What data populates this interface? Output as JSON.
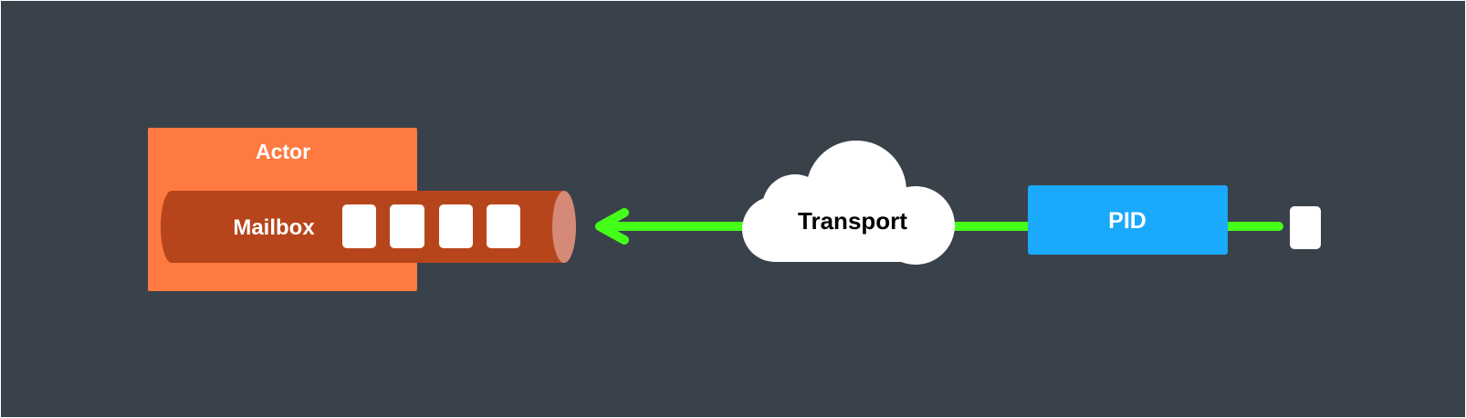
{
  "diagram": {
    "actor": {
      "label": "Actor",
      "color": "#ff7a40"
    },
    "mailbox": {
      "label": "Mailbox",
      "color": "#b7451c",
      "end_color": "#d48a76",
      "message_count": 4
    },
    "transport": {
      "label": "Transport",
      "color": "#ffffff"
    },
    "pid": {
      "label": "PID",
      "color": "#1aa9fb"
    },
    "message": {
      "color": "#ffffff"
    },
    "arrow": {
      "color": "#44ff18",
      "direction": "left"
    },
    "background_color": "#39414b"
  }
}
